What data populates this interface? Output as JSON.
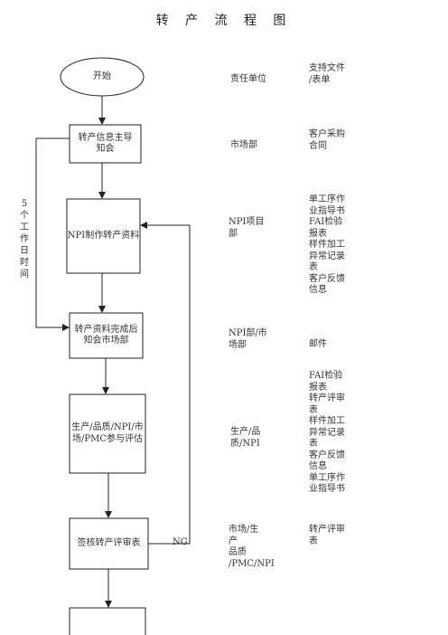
{
  "title": "转 产 流 程 图",
  "side_label": [
    "5",
    "个",
    "工",
    "作",
    "日",
    "时",
    "间"
  ],
  "ng_label": "NG",
  "columns": {
    "unit_header": "责任单位",
    "doc_header": "支持文件\n/表单"
  },
  "nodes": {
    "start": "开始",
    "step1": "转产信息主导\n知会",
    "step2": "NPI制作转产资料",
    "step3": "转产资料完成后\n知会市场部",
    "step4": "生产/品质/NPI/市\n场/PMC参与评估",
    "step5": "签核转产评审表"
  },
  "rows": [
    {
      "unit": "市场部",
      "doc": "客户采购\n合同"
    },
    {
      "unit": "NPI项目\n部",
      "doc": "单工序作\n业指导书\nFAI检验\n报表\n样件加工\n异常记录\n表\n客户反馈\n信息"
    },
    {
      "unit": "NPI部/市\n场部",
      "doc": "邮件"
    },
    {
      "unit": "生产/品\n质/NPI",
      "doc": "FAI检验\n报表\n转产评审\n表\n样件加工\n异常记录\n表\n客户反馈\n信息\n单工序作\n业指导书"
    },
    {
      "unit": "市场/生\n产\n品质\n/PMC/NPI",
      "doc": "转产评审\n表"
    }
  ]
}
